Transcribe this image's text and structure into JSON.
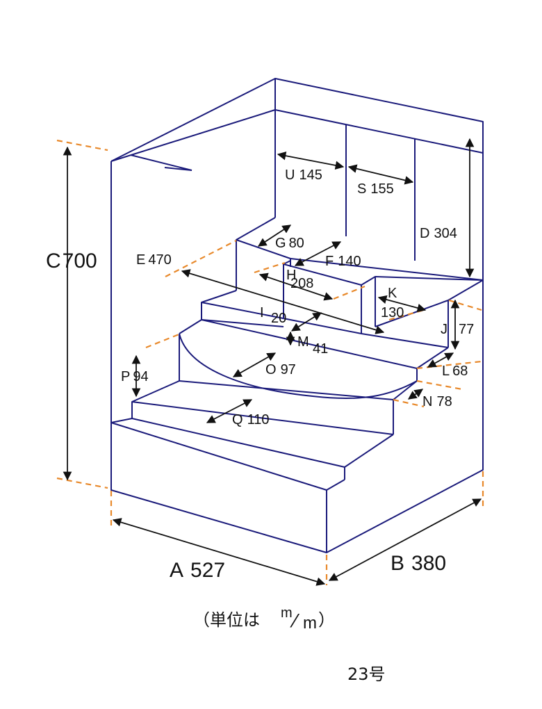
{
  "colors": {
    "line": "#1a1a7a",
    "guide": "#e8892b",
    "arrow": "#111111"
  },
  "labels": {
    "A": {
      "letter": "A",
      "value": "527"
    },
    "B": {
      "letter": "B",
      "value": "380"
    },
    "C": {
      "letter": "C",
      "value": "700"
    },
    "D": {
      "letter": "D",
      "value": "304"
    },
    "E": {
      "letter": "E",
      "value": "470"
    },
    "F": {
      "letter": "F",
      "value": "140"
    },
    "G": {
      "letter": "G",
      "value": "80"
    },
    "H": {
      "letter": "H",
      "value": "208"
    },
    "I": {
      "letter": "I",
      "value": "20"
    },
    "J": {
      "letter": "J",
      "value": "77"
    },
    "K": {
      "letter": "K",
      "value": "130"
    },
    "L": {
      "letter": "L",
      "value": "68"
    },
    "M": {
      "letter": "M",
      "value": "41"
    },
    "N": {
      "letter": "N",
      "value": "78"
    },
    "O": {
      "letter": "O",
      "value": "97"
    },
    "P": {
      "letter": "P",
      "value": "94"
    },
    "Q": {
      "letter": "Q",
      "value": "110"
    },
    "S": {
      "letter": "S",
      "value": "155"
    },
    "U": {
      "letter": "U",
      "value": "145"
    }
  },
  "unit": {
    "prefix": "（単位は",
    "num": "m",
    "slash": "⁄",
    "den": "m",
    "suffix": "）"
  },
  "model": "23号"
}
